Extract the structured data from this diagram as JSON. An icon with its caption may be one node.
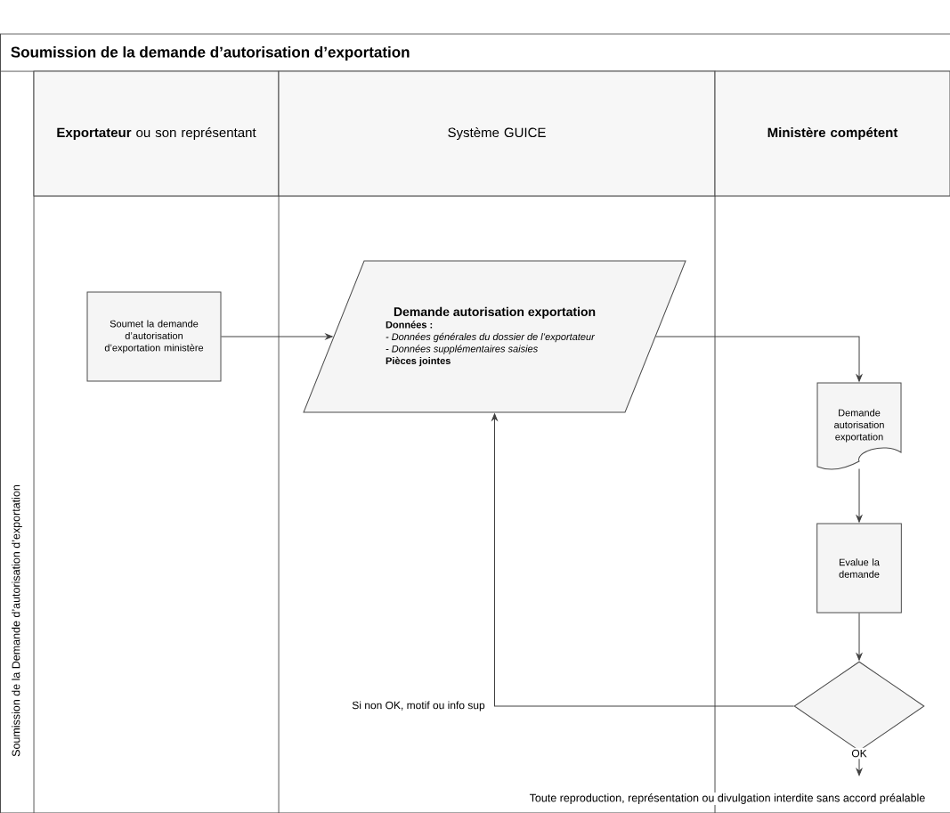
{
  "diagram": {
    "title": "Soumission de la demande d’autorisation d’exportation",
    "nodes": [
      {
        "text": [
          "**Exportateur** ou son représentant"
        ]
      },
      {
        "text": [
          "Système GUICE"
        ]
      },
      {
        "text": [
          "Ministère compétent"
        ]
      },
      {
        "text": [
          "Soumet la demande d’autorisation d’exportation ministère"
        ]
      },
      {
        "text": [
          "Demande autorisation exportation",
          "Données :",
          "- Données générales du dossier de l’exportateur",
          "- Données supplémentaires saisies",
          "Pièces jointes"
        ]
      },
      {
        "text": [
          "Demande autorisation exportation"
        ]
      },
      {
        "text": [
          "Evalue la demande"
        ]
      },
      {
        "text": [],
        "shape": "diamond"
      }
    ],
    "edges": [
      {
        "from": 3,
        "to": 4,
        "arrow": "to"
      },
      {
        "from": 4,
        "to": 5,
        "arrow": "to"
      },
      {
        "from": 5,
        "to": 6,
        "arrow": "to"
      },
      {
        "from": 6,
        "to": 7,
        "arrow": "to"
      },
      {
        "from": 7,
        "to": 4,
        "arrow": "to",
        "label": "Si non OK, motif ou info sup"
      },
      {
        "from": 7,
        "to": null,
        "arrow": "to",
        "label": "OK"
      }
    ],
    "labels": [
      "Soumission de la Demande d’autorisation d’exportation",
      "Toute reproduction, représentation ou divulgation interdite sans accord préalable"
    ]
  }
}
